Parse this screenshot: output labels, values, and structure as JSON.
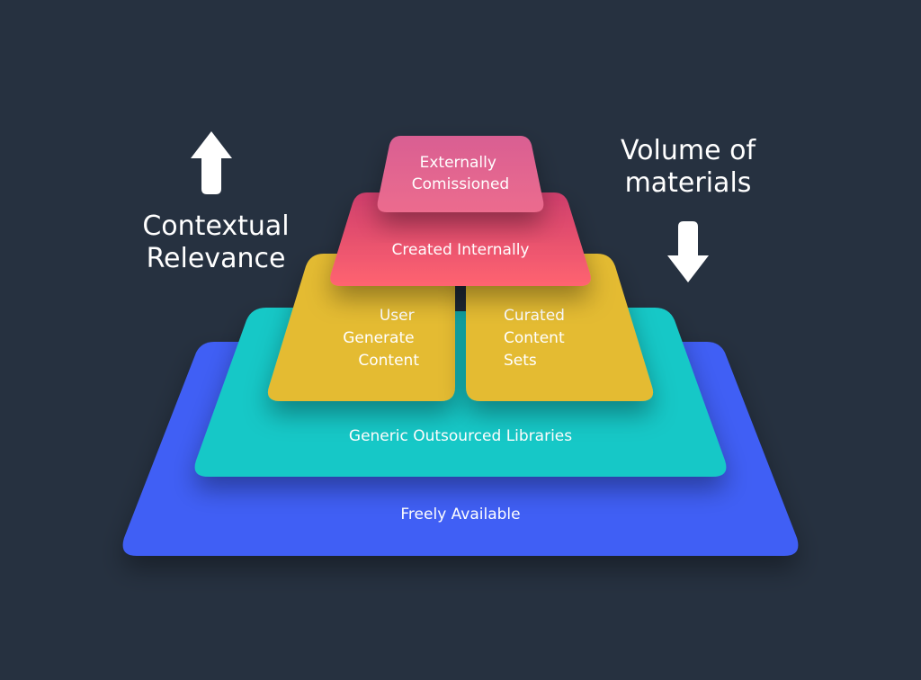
{
  "colors": {
    "background": "#263140",
    "freely_available": "#3f5ef5",
    "generic_outsourced": "#19c8c7",
    "user_curated": "#e4bb33",
    "created_internally": "#ea5273",
    "externally_comissioned": "#e46890",
    "text": "#ffffff"
  },
  "layers": {
    "freely_available": {
      "label": "Freely Available"
    },
    "generic_outsourced": {
      "label": "Generic Outsourced Libraries"
    },
    "user_generate": {
      "lines": [
        "User",
        "Generate",
        "Content"
      ]
    },
    "curated_sets": {
      "lines": [
        "Curated",
        "Content",
        "Sets"
      ]
    },
    "created_internally": {
      "label": "Created Internally"
    },
    "externally_comissioned": {
      "lines": [
        "Externally",
        "Comissioned"
      ]
    }
  },
  "side_labels": {
    "contextual": {
      "lines": [
        "Contextual",
        "Relevance"
      ],
      "arrow": "up-arrow-icon"
    },
    "volume": {
      "lines": [
        "Volume of",
        "materials"
      ],
      "arrow": "down-arrow-icon"
    }
  }
}
